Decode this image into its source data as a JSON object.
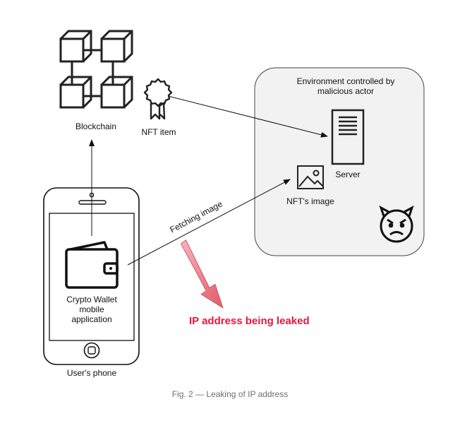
{
  "labels": {
    "blockchain": "Blockchain",
    "nft_item": "NFT item",
    "environment_line1": "Environment controlled by",
    "environment_line2": "malicious actor",
    "server": "Server",
    "nft_image": "NFT's image",
    "fetching_image": "Fetching image",
    "wallet_line1": "Crypto Wallet",
    "wallet_line2": "mobile",
    "wallet_line3": "application",
    "phone": "User's phone",
    "ip_leak": "IP address being leaked"
  },
  "caption": "Fig. 2 — Leaking of IP address",
  "colors": {
    "stroke": "#111111",
    "environment_fill": "#f2f2f2",
    "environment_border": "#444444",
    "leak_text": "#e8173d",
    "leak_arrow": "#e8707f",
    "caption": "#6f6f6f"
  },
  "icons": [
    "blockchain-icon",
    "ribbon-badge-icon",
    "server-icon",
    "image-icon",
    "wallet-icon",
    "devil-face-icon",
    "smartphone-icon"
  ]
}
